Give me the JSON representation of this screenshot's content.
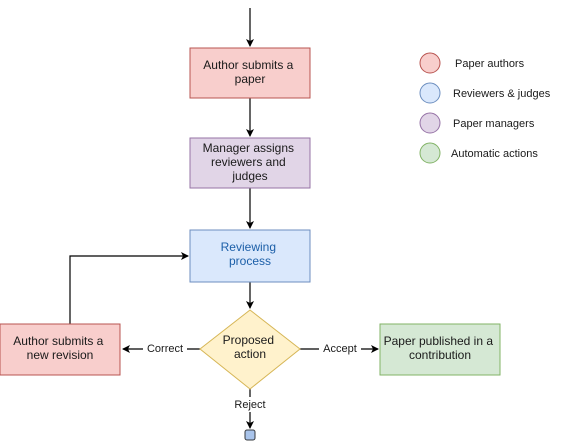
{
  "nodes": {
    "submit": {
      "lines": [
        "Author submits a",
        "paper"
      ],
      "fill": "#f8cecc",
      "stroke": "#b85450"
    },
    "assign": {
      "lines": [
        "Manager assigns",
        "reviewers and",
        "judges"
      ],
      "fill": "#e1d5e7",
      "stroke": "#9673a6"
    },
    "review": {
      "lines": [
        "Reviewing",
        "process"
      ],
      "fill": "#dae8fc",
      "stroke": "#6c8ebf",
      "text_color": "#1c5fa8"
    },
    "decision": {
      "lines": [
        "Proposed",
        "action"
      ],
      "fill": "#fff2cc",
      "stroke": "#d6b656"
    },
    "revision": {
      "lines": [
        "Author submits a",
        "new revision"
      ],
      "fill": "#f8cecc",
      "stroke": "#b85450"
    },
    "published": {
      "lines": [
        "Paper published in a",
        "contribution"
      ],
      "fill": "#d5e8d4",
      "stroke": "#82b366"
    },
    "end": {
      "fill": "#a9c4eb",
      "stroke": "#36393d"
    }
  },
  "edges": {
    "correct_label": "Correct",
    "accept_label": "Accept",
    "reject_label": "Reject"
  },
  "legend": [
    {
      "label": "Paper authors",
      "fill": "#f8cecc",
      "stroke": "#b85450"
    },
    {
      "label": "Reviewers & judges",
      "fill": "#dae8fc",
      "stroke": "#6c8ebf"
    },
    {
      "label": "Paper managers",
      "fill": "#e1d5e7",
      "stroke": "#9673a6"
    },
    {
      "label": "Automatic actions",
      "fill": "#d5e8d4",
      "stroke": "#82b366"
    }
  ],
  "line_color": "#000000"
}
